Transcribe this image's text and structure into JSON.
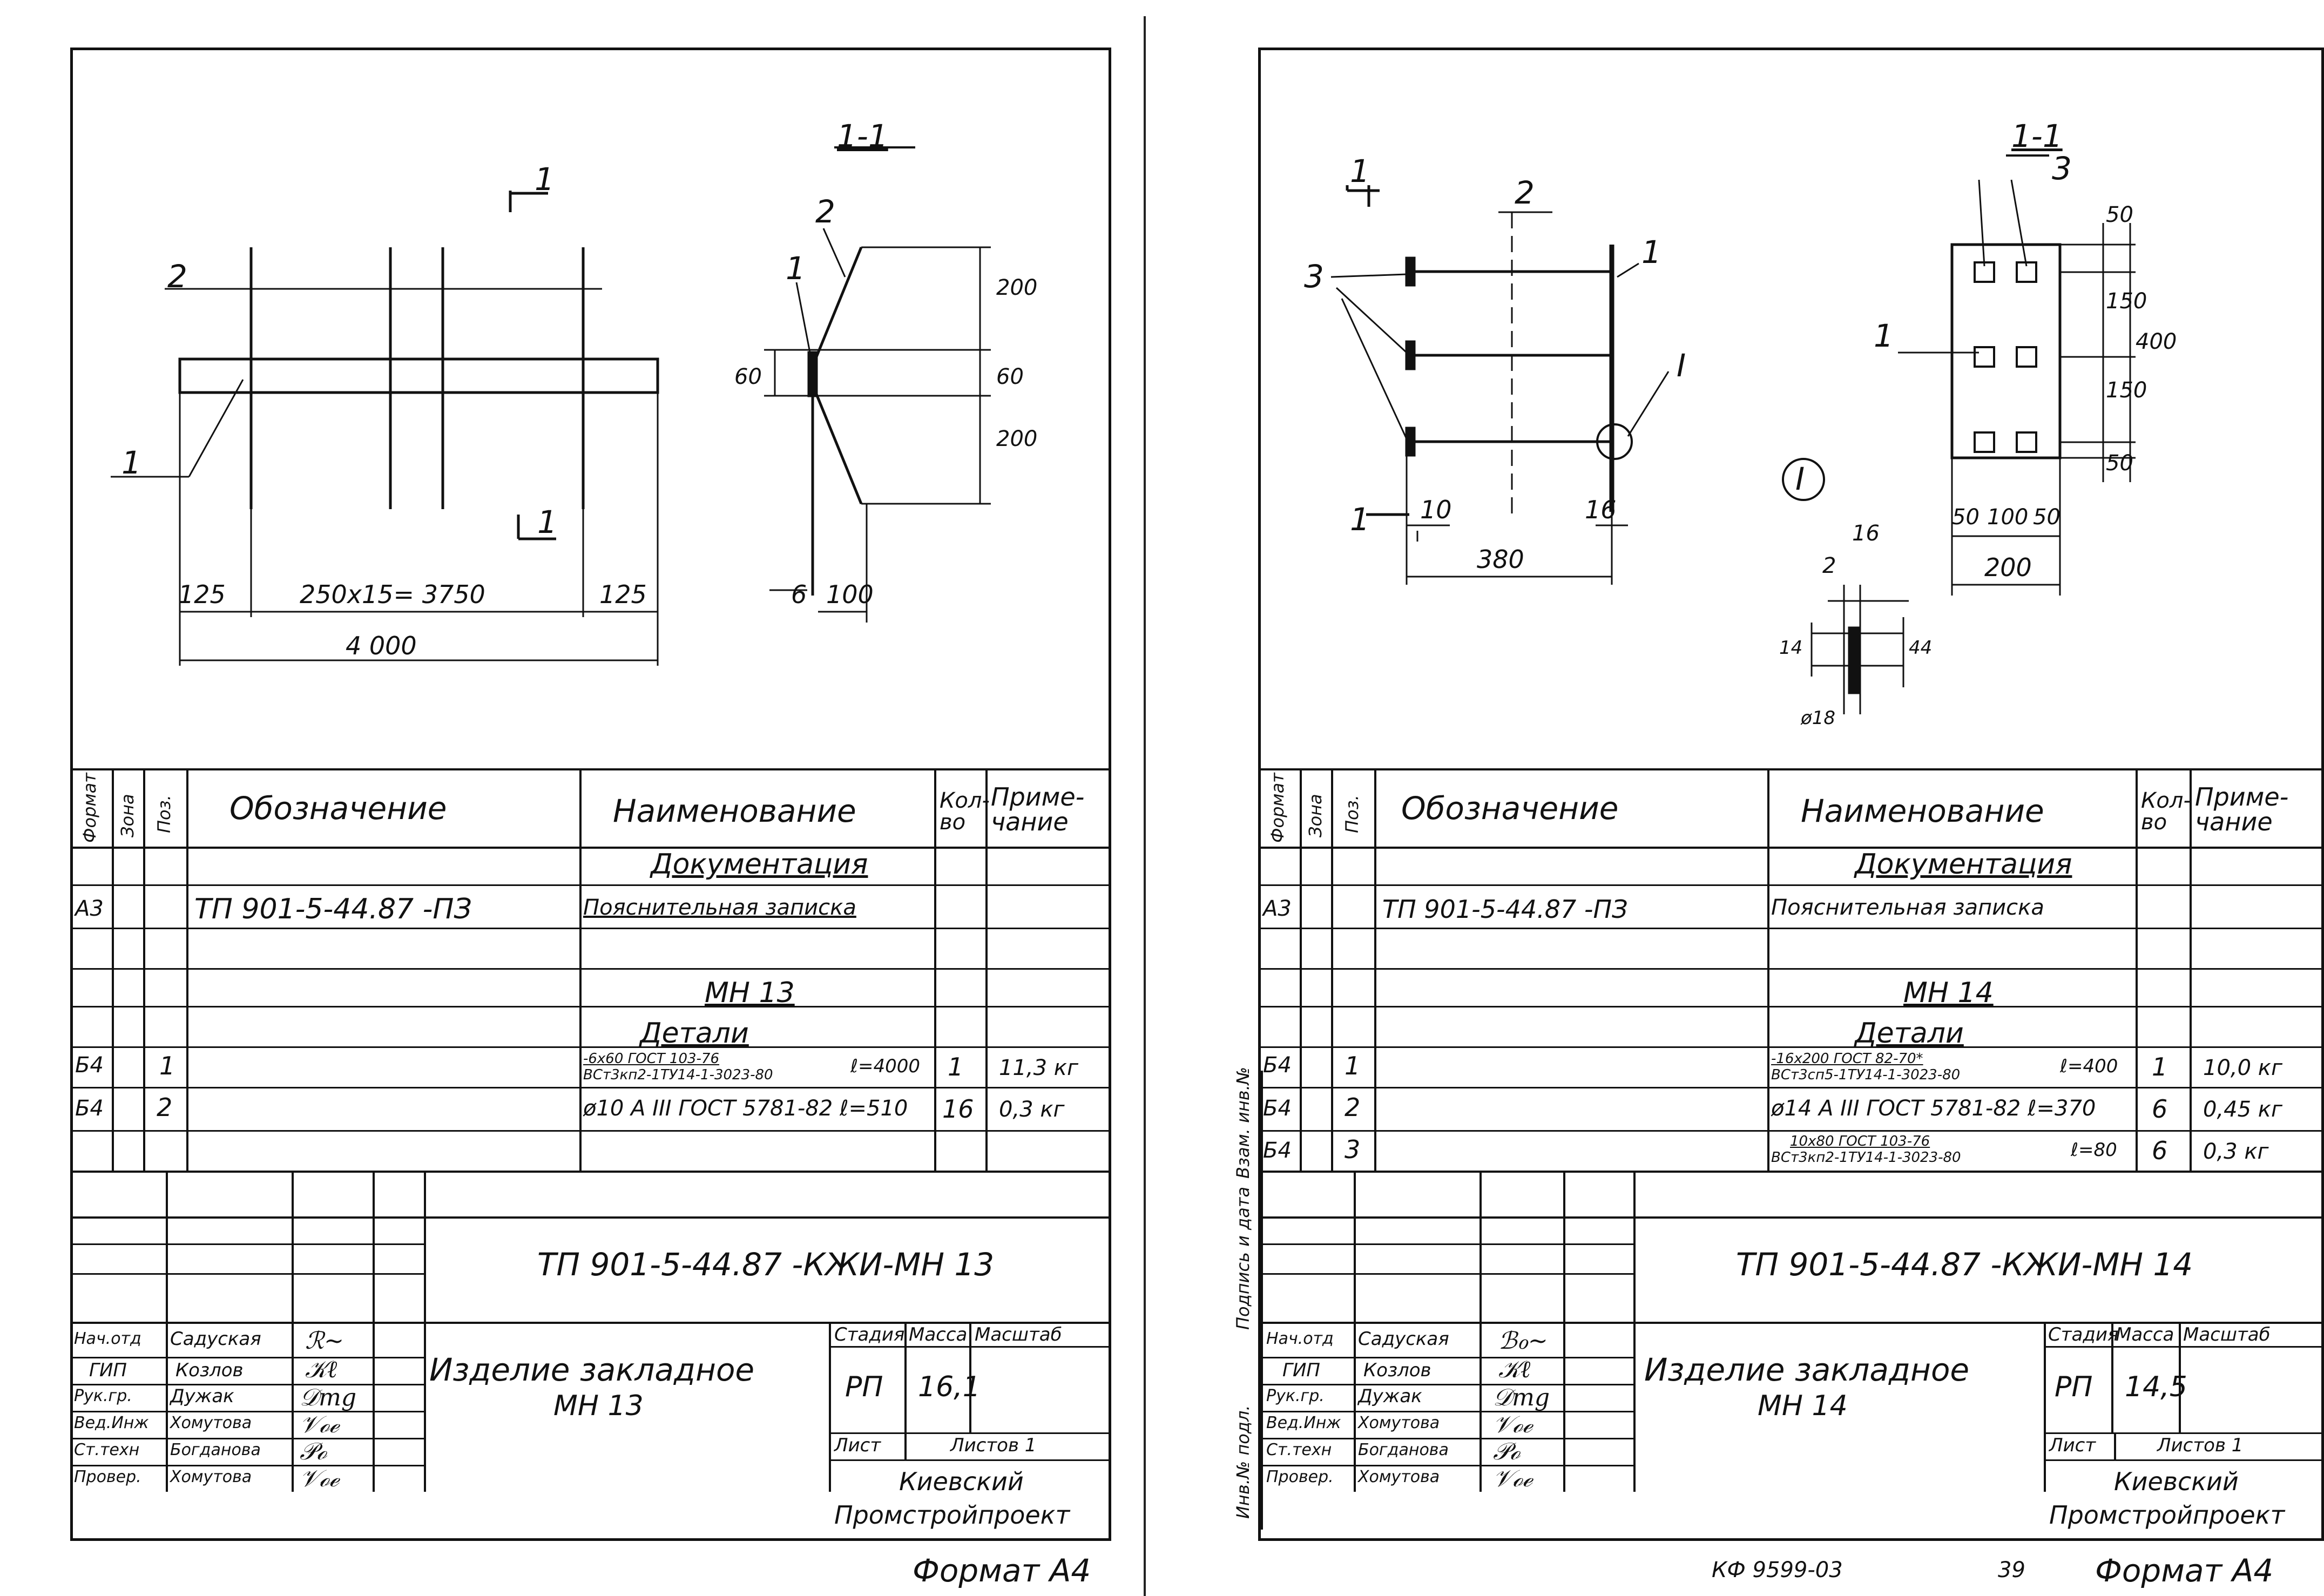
{
  "left_sheet": {
    "drawing": {
      "section_label": "1-1",
      "cut_mark_top": "1",
      "cut_mark_bottom": "1",
      "callout_1": "1",
      "callout_2": "2",
      "sec_callout_1": "1",
      "sec_callout_2": "2",
      "dim_125_left": "125",
      "dim_span": "250x15= 3750",
      "dim_125_right": "125",
      "dim_total": "4 000",
      "dim_60": "60",
      "dim_200_top": "200",
      "dim_60_right": "60",
      "dim_200_bottom": "200",
      "dim_6": "6",
      "dim_100": "100"
    },
    "spec_header": {
      "format": "Формат",
      "zone": "Зона",
      "pos": "Поз.",
      "designation": "Обозначение",
      "name": "Наименование",
      "qty": "Кол-во",
      "note": "Приме-чание"
    },
    "rows": {
      "doc_section": "Документация",
      "r1_format": "А3",
      "r1_designation": "ТП 901-5-44.87 -ПЗ",
      "r1_name": "Пояснительная записка",
      "mark": "МН 13",
      "details": "Детали",
      "r2_format": "Б4",
      "r2_pos": "1",
      "r2_name_a": "-6x60 ГОСТ 103-76",
      "r2_name_b": "ВСт3кп2-1ТУ14-1-3023-80",
      "r2_len": "ℓ=4000",
      "r2_qty": "1",
      "r2_note": "11,3 кг",
      "r3_format": "Б4",
      "r3_pos": "2",
      "r3_name": "ø10 А III ГОСТ 5781-82 ℓ=510",
      "r3_qty": "16",
      "r3_note": "0,3 кг"
    },
    "title_block": {
      "code": "ТП 901-5-44.87 -КЖИ-МН 13",
      "item_line1": "Изделие  закладное",
      "item_line2": "МН 13",
      "stage_h": "Стадия",
      "mass_h": "Масса",
      "scale_h": "Масштаб",
      "stage": "РП",
      "mass": "16,1",
      "sheet_h": "Лист",
      "sheets_h": "Листов  1",
      "org_line1": "Киевский",
      "org_line2": "Промстройпроект",
      "roles": [
        {
          "role": "Нач.отд",
          "name": "Садуская"
        },
        {
          "role": "ГИП",
          "name": "Козлов"
        },
        {
          "role": "Рук.гр.",
          "name": "Дужак"
        },
        {
          "role": "Вед.Инж",
          "name": "Хомутова"
        },
        {
          "role": "Ст.техн",
          "name": "Богданова"
        },
        {
          "role": "Провер.",
          "name": "Хомутова"
        }
      ]
    },
    "format": "Формат  А4"
  },
  "right_sheet": {
    "drawing": {
      "section_label": "1-1",
      "cut_mark_top": "1",
      "cut_mark_bottom": "1",
      "callout_2": "2",
      "callout_3": "3",
      "callout_1": "1",
      "callout_I": "I",
      "detail_mark": "I",
      "dim_10": "10",
      "dim_16": "16",
      "dim_380": "380",
      "det_16": "16",
      "det_2": "2",
      "det_14": "14",
      "det_44": "44",
      "det_18": "ø18",
      "plan_callout_3": "3",
      "plan_callout_1": "1",
      "dim_50_top": "50",
      "dim_150_a": "150",
      "dim_150_b": "150",
      "dim_50_bot": "50",
      "dim_400": "400",
      "dim_50_l": "50",
      "dim_100": "100",
      "dim_50_r": "50",
      "dim_200": "200"
    },
    "spec_header": {
      "format": "Формат",
      "zone": "Зона",
      "pos": "Поз.",
      "designation": "Обозначение",
      "name": "Наименование",
      "qty": "Кол-во",
      "note": "Приме-чание"
    },
    "rows": {
      "doc_section": "Документация",
      "r1_format": "А3",
      "r1_designation": "ТП 901-5-44.87 -ПЗ",
      "r1_name": "Пояснительная записка",
      "mark": "МН 14",
      "details": "Детали",
      "r2_format": "Б4",
      "r2_pos": "1",
      "r2_name_a": "-16x200 ГОСТ 82-70*",
      "r2_name_b": "ВСт3сп5-1ТУ14-1-3023-80",
      "r2_len": "ℓ=400",
      "r2_qty": "1",
      "r2_note": "10,0 кг",
      "r3_format": "Б4",
      "r3_pos": "2",
      "r3_name": "ø14 А III ГОСТ 5781-82 ℓ=370",
      "r3_qty": "6",
      "r3_note": "0,45 кг",
      "r4_format": "Б4",
      "r4_pos": "3",
      "r4_name_a": "10x80 ГОСТ 103-76",
      "r4_name_b": "ВСт3кп2-1ТУ14-1-3023-80",
      "r4_len": "ℓ=80",
      "r4_qty": "6",
      "r4_note": "0,3 кг"
    },
    "title_block": {
      "code": "ТП 901-5-44.87 -КЖИ-МН 14",
      "item_line1": "Изделие  закладное",
      "item_line2": "МН 14",
      "stage_h": "Стадия",
      "mass_h": "Масса",
      "scale_h": "Масштаб",
      "stage": "РП",
      "mass": "14,5",
      "sheet_h": "Лист",
      "sheets_h": "Листов  1",
      "org_line1": "Киевский",
      "org_line2": "Промстройпроект",
      "roles": [
        {
          "role": "Нач.отд",
          "name": "Садуская"
        },
        {
          "role": "ГИП",
          "name": "Козлов"
        },
        {
          "role": "Рук.гр.",
          "name": "Дужак"
        },
        {
          "role": "Вед.Инж",
          "name": "Хомутова"
        },
        {
          "role": "Ст.техн",
          "name": "Богданова"
        },
        {
          "role": "Провер.",
          "name": "Хомутова"
        }
      ]
    },
    "side_stamp": [
      "Инв.№ подл.",
      "Подпись и дата",
      "Взам. инв.№"
    ],
    "footer_code": "КФ 9599-03",
    "footer_page": "39",
    "format": "Формат  А4"
  }
}
